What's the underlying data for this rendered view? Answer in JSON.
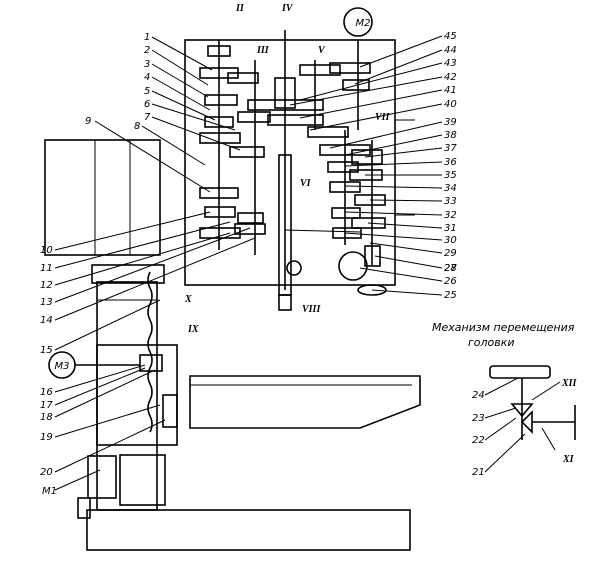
{
  "motors": {
    "m2": "M2",
    "m3": "M3",
    "m1": "M1"
  },
  "caption": {
    "line1": "Механизм перемещения",
    "line2": "головки"
  },
  "shafts": {
    "s2": "II",
    "s3": "III",
    "s4": "IV",
    "s5": "V",
    "s6": "VI",
    "s7": "VII",
    "s8": "VIII",
    "s9": "IX",
    "s10": "X",
    "s11": "XI",
    "s12": "XII"
  },
  "left_numbers": [
    "1",
    "2",
    "3",
    "4",
    "5",
    "6",
    "7",
    "8",
    "9",
    "10",
    "11",
    "12",
    "13",
    "14",
    "15",
    "16",
    "17",
    "18",
    "19",
    "20"
  ],
  "right_numbers": [
    "45",
    "44",
    "43",
    "42",
    "41",
    "40",
    "39",
    "38",
    "37",
    "36",
    "35",
    "34",
    "33",
    "32",
    "31",
    "30",
    "29",
    "28",
    "27",
    "26",
    "25"
  ],
  "inset_numbers": [
    "24",
    "23",
    "22",
    "21"
  ]
}
